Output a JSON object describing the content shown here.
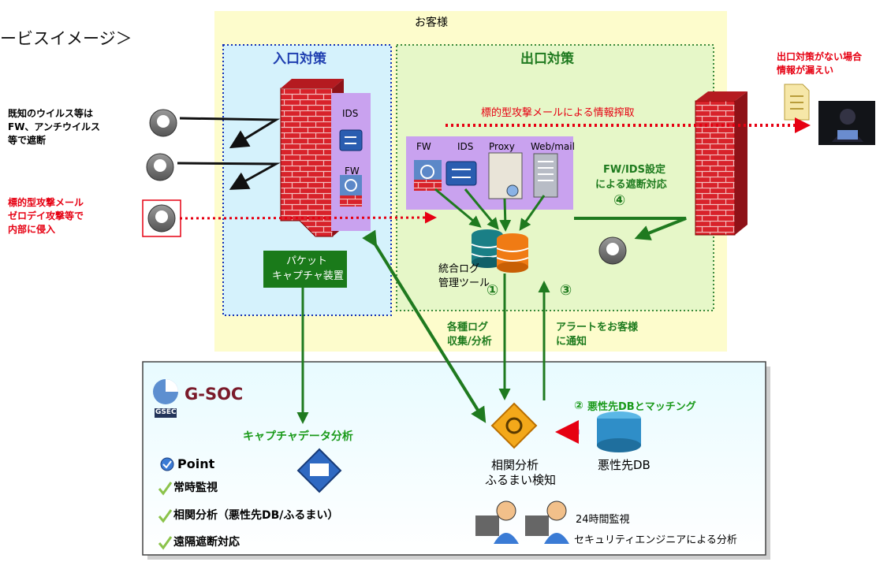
{
  "page_title": "ービスイメージ＞",
  "customer_label": "お客様",
  "entrance": {
    "title": "入口対策",
    "ids_label": "IDS",
    "fw_label": "FW"
  },
  "exit": {
    "title": "出口対策",
    "devices": [
      "FW",
      "IDS",
      "Proxy",
      "Web/mail"
    ],
    "attack_note": "標的型攻撃メールによる情報搾取",
    "fwids_line1": "FW/IDS設定",
    "fwids_line2": "による遮断対応",
    "log_tool_line1": "統合ログ",
    "log_tool_line2": "管理ツール"
  },
  "left_notes": {
    "known_line1": "既知のウイルス等は",
    "known_line2": "FW、アンチウイルス",
    "known_line3": "等で遮断",
    "targeted_line1": "標的型攻撃メール",
    "targeted_line2": "ゼロデイ攻撃等で",
    "targeted_line3": "内部に侵入"
  },
  "leak_note": {
    "line1": "出口対策がない場合",
    "line2": "情報が漏えい"
  },
  "packet_capture": {
    "line1": "パケット",
    "line2": "キャプチャ装置"
  },
  "steps": {
    "s1": "①",
    "s2": "②",
    "s3": "③",
    "s4": "④",
    "logs_line1": "各種ログ",
    "logs_line2": "収集/分析",
    "alert_line1": "アラートをお客様",
    "alert_line2": "に通知",
    "matching": "悪性先DBとマッチング"
  },
  "gsoc": {
    "title": "G-SOC",
    "logo_text": "GSEC",
    "capture_analysis": "キャプチャデータ分析",
    "point": "Point",
    "checks": [
      "常時監視",
      "相関分析（悪性先DB/ふるまい）",
      "遠隔遮断対応"
    ],
    "corr_line1": "相関分析",
    "corr_line2": "ふるまい検知",
    "bad_db": "悪性先DB",
    "monitor_24h": "24時間監視",
    "engineer": "セキュリティエンジニアによる分析"
  },
  "colors": {
    "red": "#e60012",
    "green": "#1a9a1a",
    "blue": "#1f3fb0",
    "panel_purple": "#c9a2ef"
  }
}
